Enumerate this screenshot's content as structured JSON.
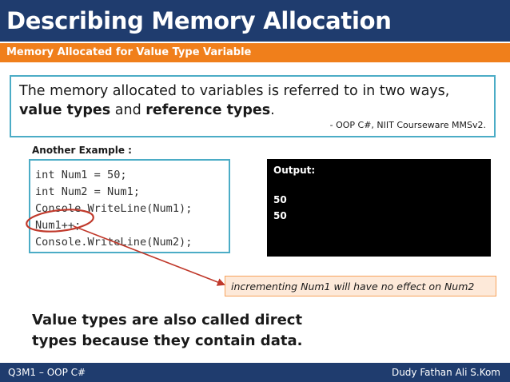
{
  "slide": {
    "title": "Describing Memory Allocation",
    "subtitle": "Memory Allocated for Value Type Variable"
  },
  "quote": {
    "part1": "The memory allocated to variables is referred to in two ways, ",
    "bold1": "value types",
    "part2": " and ",
    "bold2": "reference types",
    "part3": ".",
    "source": "- OOP C#, NIIT Courseware MMSv2."
  },
  "example": {
    "label": "Another Example :",
    "code_lines": [
      "int Num1 = 50;",
      "int Num2 = Num1;",
      "Console.WriteLine(Num1);",
      "Num1++;",
      "Console.WriteLine(Num2);"
    ]
  },
  "output": {
    "label": "Output:",
    "lines": [
      "50",
      "50"
    ]
  },
  "callout": {
    "text": "incrementing Num1 will have no effect on Num2"
  },
  "conclusion": {
    "line1": "Value types are also called direct",
    "line2": "types because they contain data."
  },
  "footer": {
    "left": "Q3M1 – OOP C#",
    "right": "Dudy Fathan Ali S.Kom"
  },
  "colors": {
    "header": "#1f3c6e",
    "subheader": "#f07f1b",
    "box_border": "#4bacc6",
    "callout_fill": "#fde9d9",
    "annotation": "#c0392b"
  }
}
